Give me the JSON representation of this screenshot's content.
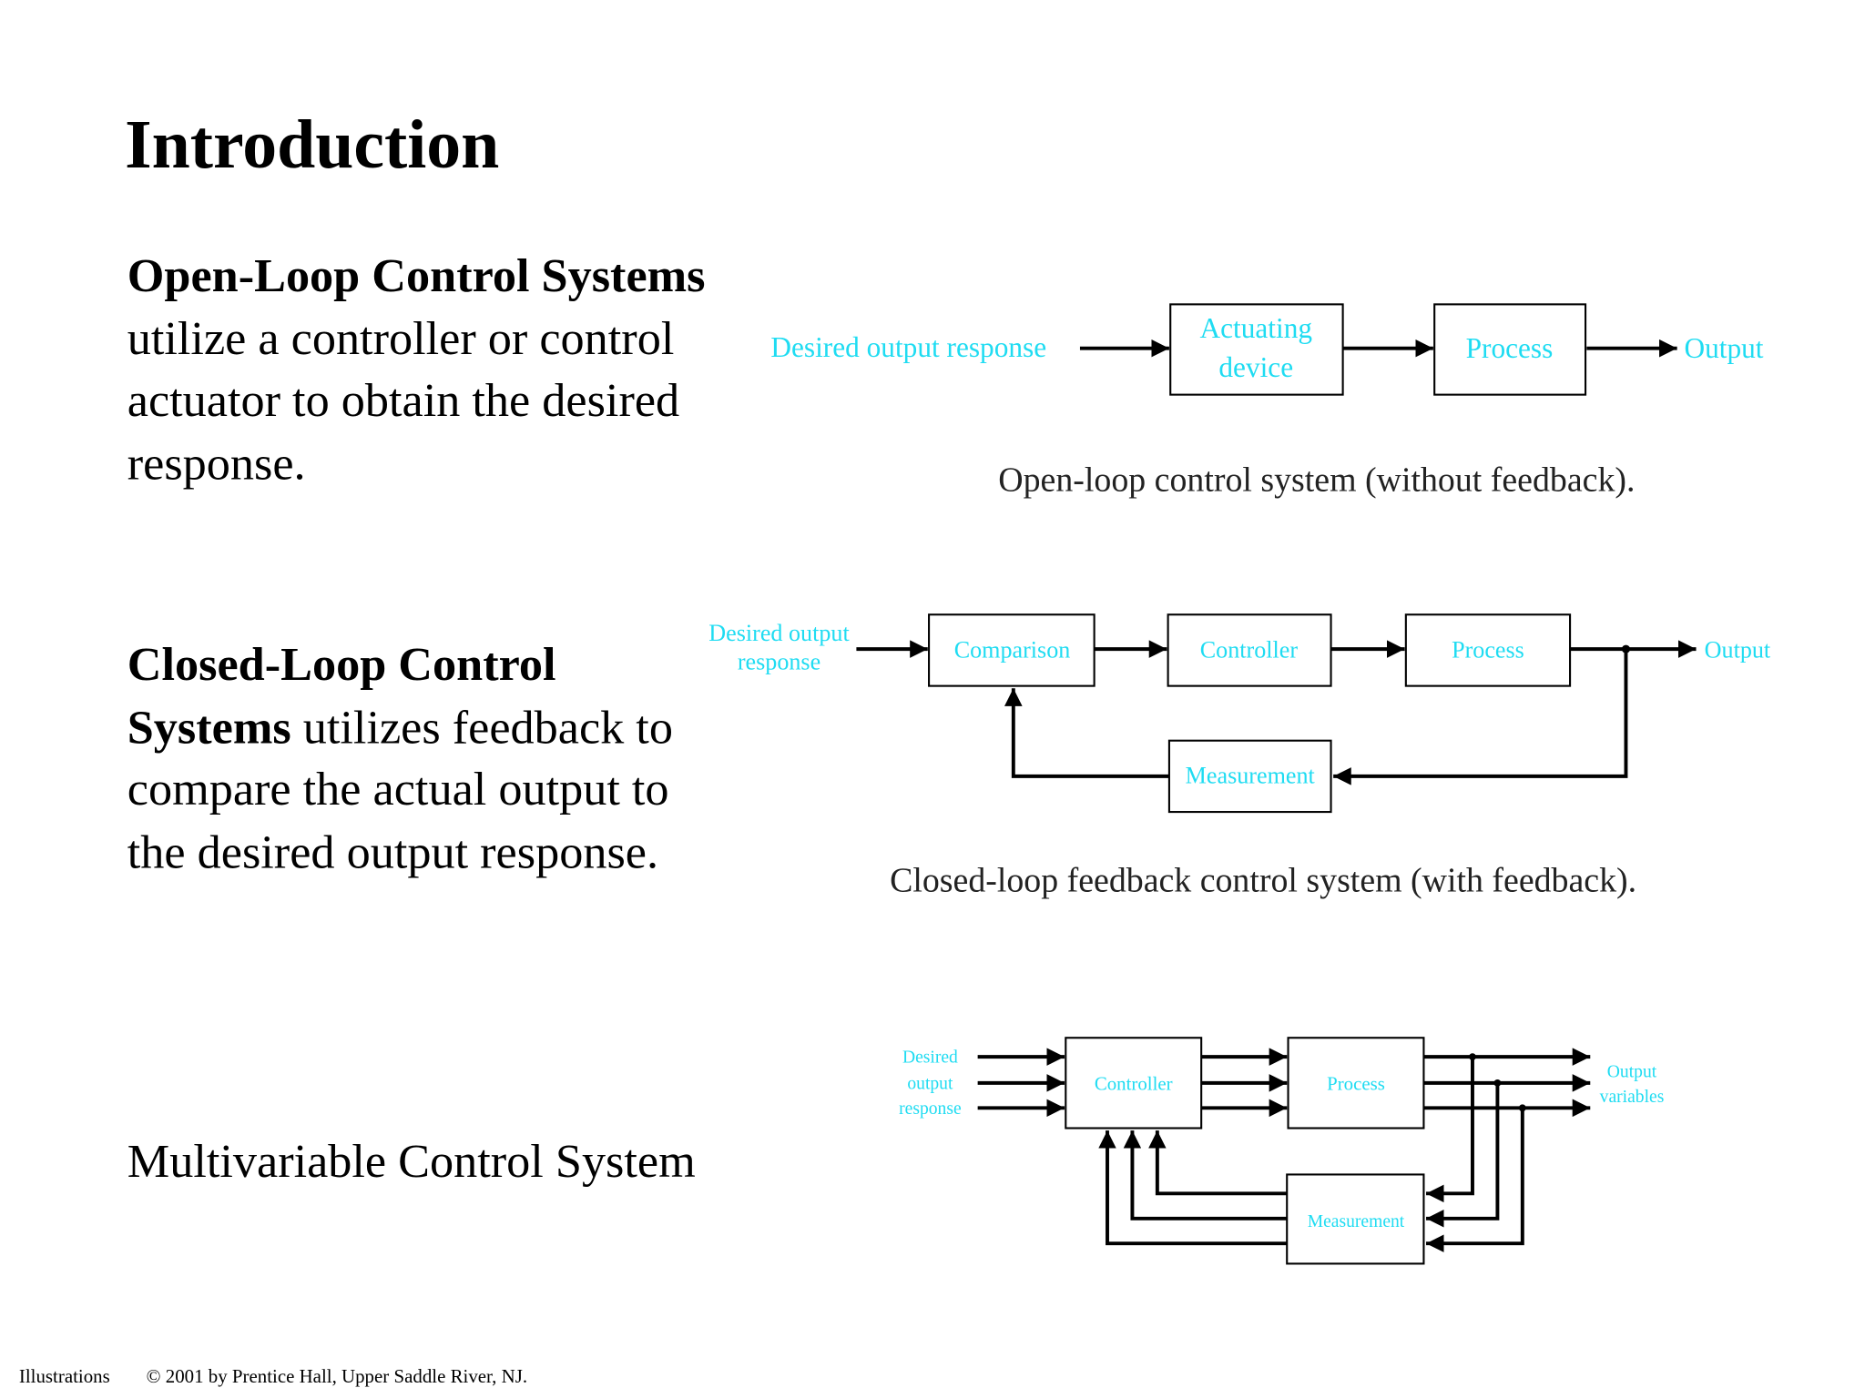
{
  "slide": {
    "title": "Introduction",
    "open_loop": {
      "heading": "Open-Loop Control Systems",
      "lines": [
        "utilize a controller or control",
        "actuator to obtain the desired",
        "response."
      ]
    },
    "closed_loop": {
      "heading_line1": "Closed-Loop Control",
      "heading_line2": "Systems",
      "line2_rest": " utilizes feedback to",
      "lines": [
        "compare the actual output to",
        "the desired output response."
      ]
    },
    "multivariable": {
      "label": "Multivariable Control System"
    }
  },
  "diagrams": {
    "label_color": "#1fdcf2",
    "open_loop": {
      "input": "Desired output response",
      "actuator_line1": "Actuating",
      "actuator_line2": "device",
      "process": "Process",
      "output": "Output",
      "caption": "Open-loop control system (without feedback)."
    },
    "closed_loop": {
      "input_line1": "Desired output",
      "input_line2": "response",
      "comparison": "Comparison",
      "controller": "Controller",
      "process": "Process",
      "output": "Output",
      "measurement": "Measurement",
      "caption": "Closed-loop feedback control system (with feedback)."
    },
    "multivariable": {
      "input_line1": "Desired",
      "input_line2": "output",
      "input_line3": "response",
      "controller": "Controller",
      "process": "Process",
      "measurement": "Measurement",
      "output_line1": "Output",
      "output_line2": "variables"
    }
  },
  "footer": {
    "label": "Illustrations",
    "copyright": "© 2001 by Prentice Hall, Upper Saddle River, NJ."
  }
}
